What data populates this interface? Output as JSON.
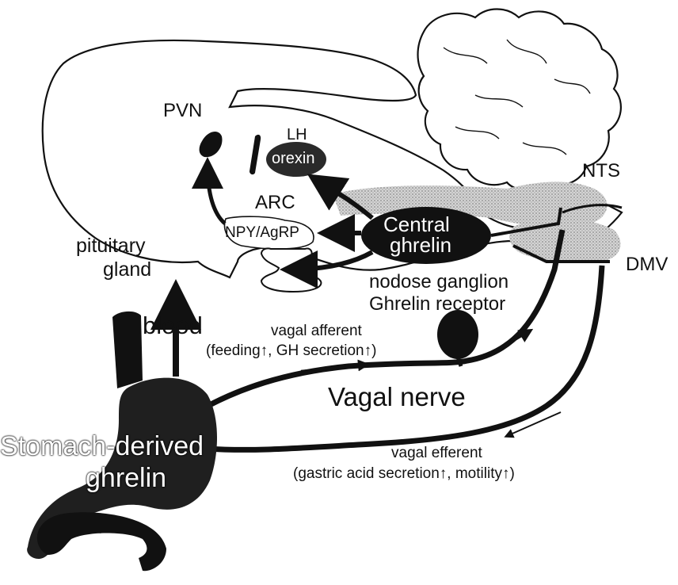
{
  "colors": {
    "ink": "#111111",
    "stipple": "#bdbdbd",
    "nucleus_fill": "#2a2a2a",
    "background": "#ffffff"
  },
  "labels": {
    "pvn": "PVN",
    "lh": "LH",
    "orexin": "orexin",
    "arc": "ARC",
    "npy_agrp": "NPY/AgRP",
    "central_ghrelin_line1": "Central",
    "central_ghrelin_line2": "ghrelin",
    "nts": "NTS",
    "dmv": "DMV",
    "pituitary_line1": "pituitary",
    "pituitary_line2": "gland",
    "nodose_line1": "nodose ganglion",
    "nodose_line2": "Ghrelin receptor",
    "blood": "blood",
    "vagal_afferent_line1": "vagal afferent",
    "vagal_afferent_line2": "(feeding↑, GH secretion↑)",
    "vagal_nerve": "Vagal nerve",
    "stomach_line1": "Stomach-derived",
    "stomach_line2": "ghrelin",
    "vagal_efferent_line1": "vagal efferent",
    "vagal_efferent_line2": "(gastric acid secretion↑, motility↑)"
  }
}
